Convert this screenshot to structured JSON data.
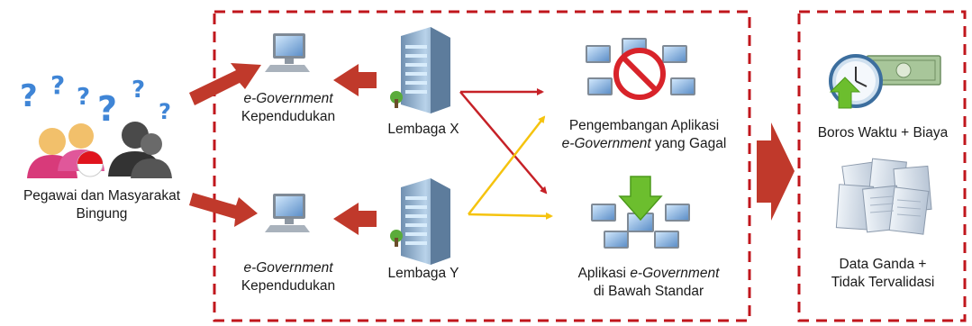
{
  "left": {
    "people_label_line1": "Pegawai dan Masyarakat",
    "people_label_line2": "Bingung"
  },
  "middle": {
    "egov_top_italic": "e-Government",
    "egov_top_line2": "Kependudukan",
    "egov_bottom_italic": "e-Government",
    "egov_bottom_line2": "Kependudukan",
    "lembaga_x": "Lembaga X",
    "lembaga_y": "Lembaga Y",
    "failed_line1": "Pengembangan Aplikasi",
    "failed_italic": "e-Government",
    "failed_rest": " yang Gagal",
    "substd_prefix": "Aplikasi ",
    "substd_italic": "e-Government",
    "substd_line2": "di Bawah Standar"
  },
  "right": {
    "waste_label": "Boros Waktu + Biaya",
    "dup_line1": "Data Ganda +",
    "dup_line2": "Tidak Tervalidasi"
  },
  "colors": {
    "dashed_border": "#c0161c",
    "block_arrow": "#c0392b",
    "thin_red_arrow": "#c62127",
    "thin_yellow_arrow": "#f5c30e"
  }
}
